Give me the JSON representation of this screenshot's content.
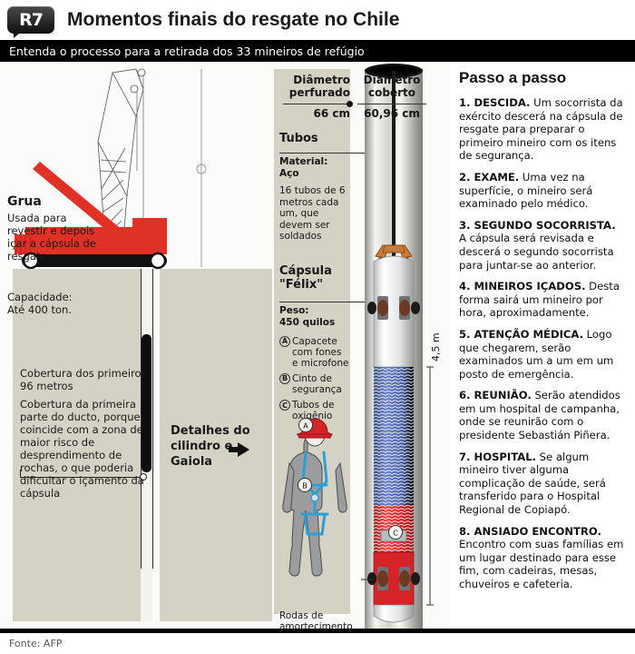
{
  "header": {
    "logo_text": "R7",
    "logo_name": "r7-logo",
    "headline": "Momentos finais do resgate no Chile",
    "subtitle": "Entenda o processo para a retirada dos 33 mineiros de refúgio"
  },
  "crane": {
    "title": "Grua",
    "description": "Usada para revestir e depois içar a cápsula de resgate",
    "capacity_label": "Capacidade:",
    "capacity_value": "Até 400 ton."
  },
  "coverage": {
    "heading": "Cobertura dos primeiros 96 metros",
    "body": "Cobertura da primeira parte do ducto, porque coincide com a zona de maior risco de desprendimento de rochas, o que poderia dificultar o içamento da cápsula"
  },
  "details_callout": {
    "text": "Detalhes do cilindro e Gaiola",
    "arrow": "arrow-right-icon"
  },
  "diameters": {
    "drilled_label": "Diâmetro perfurado",
    "drilled_value": "66 cm",
    "covered_label": "Diâmetro coberto",
    "covered_value": "60,96 cm"
  },
  "tubes": {
    "title": "Tubos",
    "material_label": "Material:",
    "material_value": "Aço",
    "description": "16 tubos de 6 metros cada um, que devem ser soldados"
  },
  "capsule": {
    "title": "Cápsula \"Félix\"",
    "weight_label": "Peso:",
    "weight_value": "450 quilos",
    "height_dimension": "4,5 m",
    "items": [
      {
        "marker": "A",
        "label": "Capacete com fones e microfone"
      },
      {
        "marker": "B",
        "label": "Cinto de segurança"
      },
      {
        "marker": "C",
        "label": "Tubos de oxigênio"
      }
    ],
    "wheels_label": "Rodas de amortecimento"
  },
  "steps": {
    "title": "Passo a passo",
    "items": [
      {
        "num": "1. DESCIDA.",
        "text": " Um socorrista da exército descerá na cápsula de resgate para preparar o primeiro mineiro com os itens de segurança."
      },
      {
        "num": "2. EXAME.",
        "text": " Uma vez na superfície, o mineiro será examinado pelo médico."
      },
      {
        "num": "3. SEGUNDO SOCORRISTA.",
        "text": " A cápsula será revisada e descerá o segundo socorrista para juntar-se ao anterior."
      },
      {
        "num": "4. MINEIROS IÇADOS.",
        "text": " Desta forma sairá um mineiro por hora, aproximadamente."
      },
      {
        "num": "5. ATENÇÃO MÉDICA.",
        "text": " Logo que chegarem, serão examinados um a um em um posto de emergência."
      },
      {
        "num": "6. REUNIÃO.",
        "text": " Serão atendidos em um hospital de campanha, onde se reunirão com o presidente Sebastián Piñera."
      },
      {
        "num": "7. HOSPITAL.",
        "text": " Se algum mineiro tiver alguma complicação de saúde, será transferido para o Hospital Regional de Copiapó."
      },
      {
        "num": "8. ANSIADO ENCONTRO.",
        "text": " Encontro com suas famílias em um lugar destinado para esse fim, com cadeiras, mesas, chuveiros e cafeteria."
      }
    ]
  },
  "footer": {
    "source": "Fonte: AFP"
  },
  "colors": {
    "panel_beige": "#d4d2c4",
    "crane_red": "#e03127",
    "capsule_blue": "#4a63a8",
    "capsule_red": "#d62328",
    "black_bar": "#000000"
  }
}
